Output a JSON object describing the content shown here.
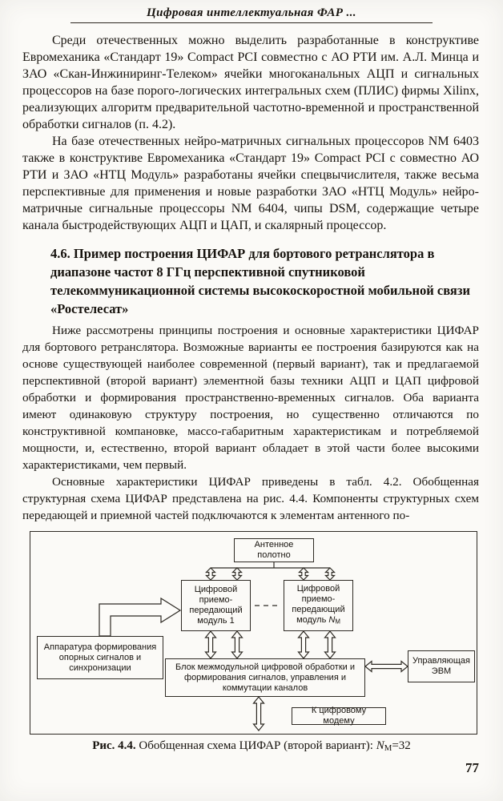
{
  "running_head": "Цифровая интеллектуальная ФАР ...",
  "paragraphs": {
    "p1": "Среди отечественных можно выделить разработанные в конструктиве Евромеханика «Стандарт 19» Compact PCI совместно с АО РТИ им. А.Л. Минца и ЗАО «Скан-Инжиниринг-Телеком» ячейки многоканальных АЦП и сигнальных процессоров на базе порого-логических интегральных схем (ПЛИС) фирмы Xilinx, реализующих алгоритм предварительной частотно-временной и пространственной обработки сигналов (п. 4.2).",
    "p2": "На базе отечественных нейро-матричных сигнальных процессоров NM 6403 также в конструктиве Евромеханика «Стандарт 19» Compact PCI с совместно АО РТИ и ЗАО «НТЦ Модуль» разработаны ячейки спецвычислителя, также весьма перспективные для применения и новые разработки ЗАО «НТЦ Модуль» нейро-матричные сигнальные процессоры NM 6404, чипы DSM, содержащие четыре канала быстродействующих АЦП и ЦАП, и скалярный процессор.",
    "section_heading": "4.6. Пример построения ЦИФАР для бортового ретранслятора в диапазоне частот 8 ГГц перспективной спутниковой телекоммуникационной системы высокоскоростной мобильной связи «Ростелесат»",
    "p3": "Ниже рассмотрены принципы построения и основные характеристики ЦИФАР для бортового ретранслятора. Возможные варианты ее построения базируются как на основе существующей наиболее современной (первый вариант), так и предлагаемой перспективной (второй вариант) элементной базы техники АЦП и ЦАП цифровой обработки и формирования пространственно-временных сигналов. Оба варианта имеют одинаковую структуру построения, но существенно отличаются по конструктивной компановке, массо-габаритным характеристикам и потребляемой мощности, и, естественно, второй вариант обладает в этой части более высокими характеристиками, чем первый.",
    "p4": "Основные характеристики ЦИФАР приведены в табл. 4.2. Обобщенная структурная схема ЦИФАР представлена на рис. 4.4. Компоненты структурных схем передающей и приемной частей подключаются к элементам антенного по-"
  },
  "diagram": {
    "antenna": {
      "lines": [
        "Антенное",
        "полотно"
      ]
    },
    "module1": {
      "lines": [
        "Цифровой",
        "приемо-",
        "передающий",
        "модуль 1"
      ]
    },
    "moduleN": {
      "lines": [
        "Цифровой",
        "приемо-",
        "передающий"
      ],
      "last_pre": "модуль ",
      "n": "N",
      "sub": "М"
    },
    "ref_unit": "Аппаратура формирования опорных сигналов и синхронизации",
    "processing_block": "Блок межмодульной цифровой обработки и формирования сигналов, управления и коммутации каналов",
    "computer": {
      "lines": [
        "Управляющая",
        "ЭВМ"
      ]
    },
    "modem": "К цифровому модему"
  },
  "caption": {
    "bold": "Рис. 4.4.",
    "text": " Обобщенная схема ЦИФАР (второй вариант): ",
    "n": "N",
    "sub": "М",
    "value": "=32"
  },
  "page_number": "77"
}
